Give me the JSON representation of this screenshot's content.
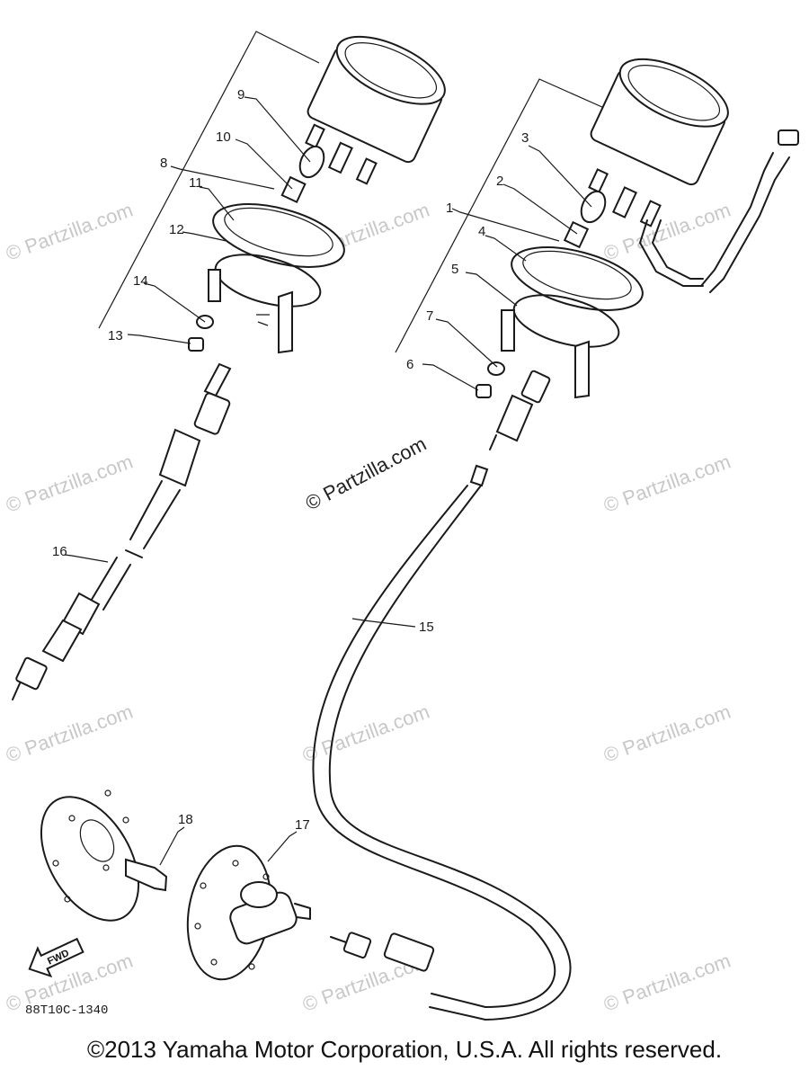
{
  "diagram": {
    "callouts": [
      "1",
      "2",
      "3",
      "4",
      "5",
      "6",
      "7",
      "8",
      "9",
      "10",
      "11",
      "12",
      "13",
      "14",
      "15",
      "16",
      "17",
      "18"
    ],
    "watermark": "© Partzilla.com",
    "center_watermark": "© Partzilla.com",
    "fwd_label": "FWD",
    "drawing_code": "88T10C-1340"
  },
  "footer": {
    "copyright": "©2013  Yamaha Motor Corporation, U.S.A. All rights reserved."
  }
}
